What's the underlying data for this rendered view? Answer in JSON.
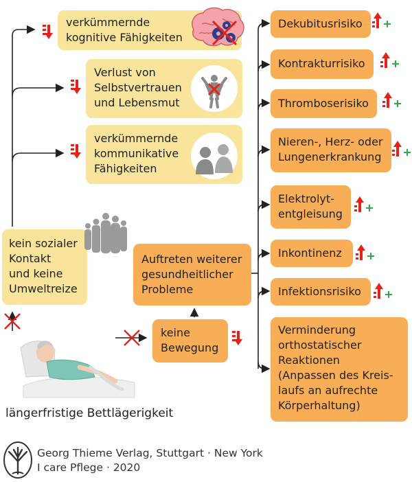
{
  "left_effects": [
    {
      "id": "kognitiv",
      "text": "verkümmernde\nkognitive Fähigkeiten",
      "icon": "brain-icon"
    },
    {
      "id": "selbst",
      "text": "Verlust von\nSelbstvertrauen\nund Lebensmut",
      "icon": "crossed-person-icon"
    },
    {
      "id": "kommunikativ",
      "text": "verkümmernde\nkommunikative\nFähigkeiten",
      "icon": "conversation-icon"
    }
  ],
  "sozial": {
    "text": "kein sozialer\nKontakt\nund keine\nUmweltreize",
    "icon": "group-of-people-icon"
  },
  "auftreten": {
    "text": "Auftreten weiterer\ngesundheitlicher\nProbleme"
  },
  "bewegung": {
    "text": "keine\nBewegung"
  },
  "risks": [
    {
      "id": "dekubitus",
      "text": "Dekubitusrisiko"
    },
    {
      "id": "kontraktur",
      "text": "Kontrakturrisiko"
    },
    {
      "id": "thrombose",
      "text": "Thromboserisiko"
    },
    {
      "id": "organ",
      "text": "Nieren-, Herz- oder\nLungenerkrankung"
    },
    {
      "id": "elektrolyt",
      "text": "Elektrolyt-\nentgleisung"
    },
    {
      "id": "inkontinenz",
      "text": "Inkontinenz"
    },
    {
      "id": "infektion",
      "text": "Infektionsrisiko"
    },
    {
      "id": "orthostatisch",
      "text": "Verminderung\northostatischer\nReaktionen\n(Anpassen des Kreis-\nlaufs an aufrechte\nKörperhaltung)"
    }
  ],
  "caption": "längerfristige Bettlägerigkeit",
  "credit": {
    "line1": "Georg Thieme Verlag, Stuttgart · New York",
    "line2": "I care Pflege · 2020",
    "logo": "tree-logo-icon"
  },
  "symbols": {
    "decrease": "decrease-arrow-icon",
    "increase": "increase-arrow-icon",
    "absence": "red-cross-icon"
  },
  "colors": {
    "yellow_box": "#f8e49a",
    "orange_box": "#f7ae57",
    "red": "#e2231a",
    "green": "#2ea84a",
    "arrow": "#222222"
  }
}
